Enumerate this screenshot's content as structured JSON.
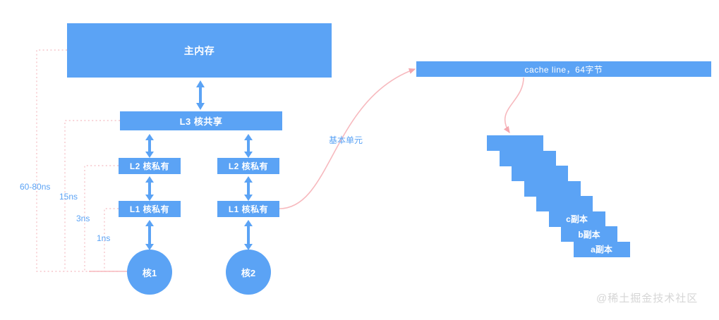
{
  "theme": {
    "block_blue": "#5BA3F5",
    "arrow_blue": "#5BA3F5",
    "dotted_pink": "#F6C6CB",
    "solid_pink": "#F7B9BE",
    "text_blue": "#5BA3F5",
    "watermark_gray": "#d6d6d6",
    "background": "#ffffff"
  },
  "hierarchy": {
    "main_memory": "主内存",
    "l3": "L3  核共享",
    "l2_left": "L2  核私有",
    "l2_right": "L2  核私有",
    "l1_left": "L1 核私有",
    "l1_right": "L1 核私有",
    "core_1": "核1",
    "core_2": "核2"
  },
  "latencies": [
    {
      "label": "60-80ns",
      "level": "main-memory"
    },
    {
      "label": "15ns",
      "level": "l3"
    },
    {
      "label": "3ns",
      "level": "l2"
    },
    {
      "label": "1ns",
      "level": "l1"
    }
  ],
  "cache_line": {
    "title": "cache line，64字节",
    "annotation": "基本单元",
    "copies": [
      {
        "label": ""
      },
      {
        "label": ""
      },
      {
        "label": ""
      },
      {
        "label": ""
      },
      {
        "label": ""
      },
      {
        "label": "c副本"
      },
      {
        "label": "b副本"
      },
      {
        "label": "a副本"
      }
    ]
  },
  "watermark": "@稀土掘金技术社区"
}
